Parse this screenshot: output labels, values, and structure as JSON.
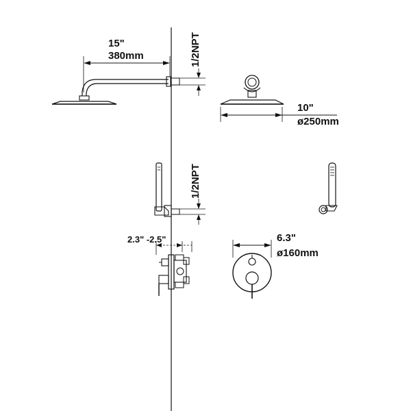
{
  "shower_arm": {
    "length_in": "15\"",
    "length_mm": "380mm",
    "thread_top": "1/2NPT"
  },
  "shower_head": {
    "diameter_in": "10\"",
    "diameter_mm": "ø250mm"
  },
  "hand_shower": {
    "thread": "1/2NPT"
  },
  "valve": {
    "depth_range": "2.3\"  -2.5\"",
    "trim_diameter_in": "6.3\"",
    "trim_diameter_mm": "ø160mm"
  }
}
